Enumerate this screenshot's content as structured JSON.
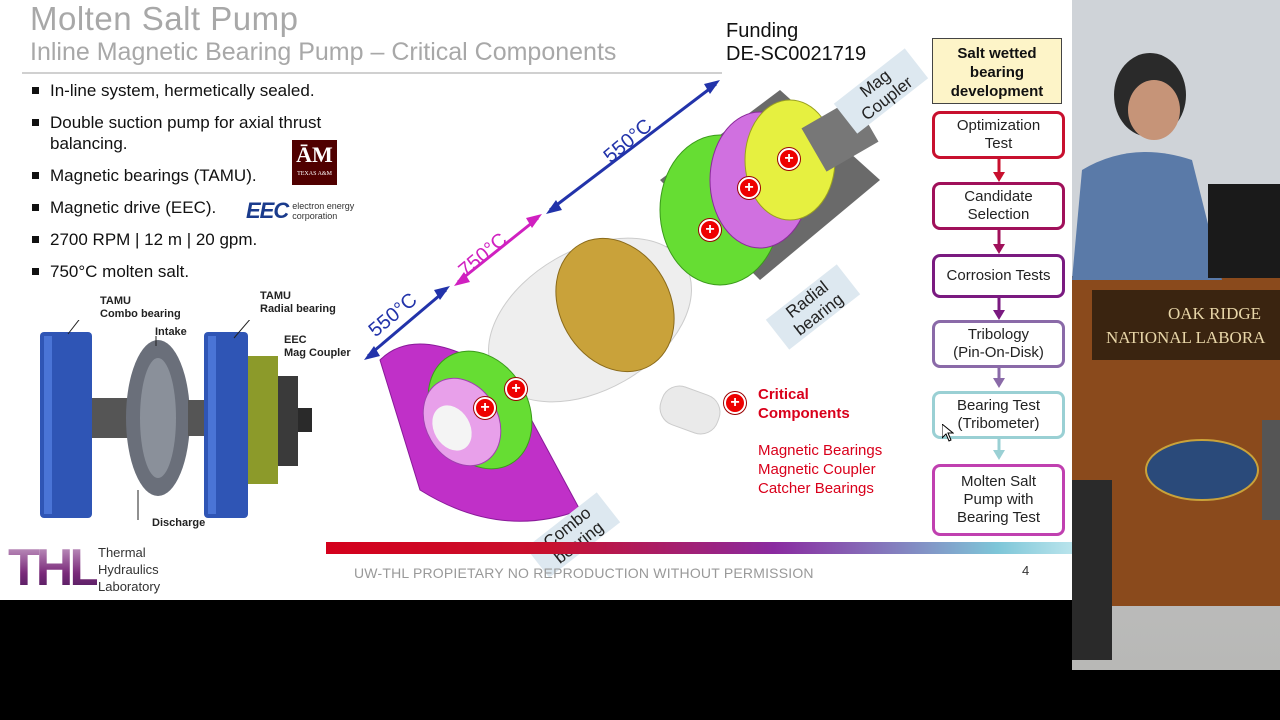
{
  "slide": {
    "title": "Molten Salt Pump",
    "subtitle": "Inline Magnetic Bearing Pump – Critical Components",
    "funding_line1": "Funding",
    "funding_line2": "DE-SC0021719",
    "bullets": [
      "In-line system, hermetically sealed.",
      "Double suction pump for axial thrust balancing.",
      "Magnetic bearings (TAMU).",
      "Magnetic drive (EEC).",
      "2700 RPM | 12 m | 20 gpm.",
      "750°C molten salt."
    ],
    "logos": {
      "tamu_mark": "ĀM",
      "tamu_text": "TEXAS A&M",
      "eec_mark": "EEC",
      "eec_name": "electron energy corporation"
    },
    "photo_labels": {
      "combo_line1": "TAMU",
      "combo_line2": "Combo bearing",
      "radial_line1": "TAMU",
      "radial_line2": "Radial bearing",
      "intake": "Intake",
      "coupler_line1": "EEC",
      "coupler_line2": "Mag Coupler",
      "discharge": "Discharge"
    },
    "temps": {
      "t1": "550°C",
      "t2": "750°C",
      "t3": "550°C"
    },
    "callouts": {
      "mag_coupler_1": "Mag",
      "mag_coupler_2": "Coupler",
      "radial_1": "Radial",
      "radial_2": "bearing",
      "combo_1": "Combo",
      "combo_2": "bearing"
    },
    "critical": {
      "title_1": "Critical",
      "title_2": "Components",
      "items": [
        "Magnetic Bearings",
        "Magnetic Coupler",
        "Catcher Bearings"
      ]
    },
    "sidebar": {
      "head_1": "Salt wetted",
      "head_2": "bearing",
      "head_3": "development",
      "steps": [
        {
          "l1": "Optimization",
          "l2": "Test"
        },
        {
          "l1": "Candidate",
          "l2": "Selection"
        },
        {
          "l1": "Corrosion Tests",
          "l2": ""
        },
        {
          "l1": "Tribology",
          "l2": "(Pin-On-Disk)"
        },
        {
          "l1": "Bearing Test",
          "l2": "(Tribometer)"
        },
        {
          "l1": "Molten Salt",
          "l2": "Pump with",
          "l3": "Bearing Test"
        }
      ]
    },
    "footer": {
      "notice": "UW-THL PROPIETARY NO REPRODUCTION WITHOUT PERMISSION",
      "page": "4",
      "lab_mark": "THL",
      "lab_1": "Thermal",
      "lab_2": "Hydraulics",
      "lab_3": "Laboratory"
    }
  },
  "camera": {
    "sign_1": "OAK RIDGE",
    "sign_2": "NATIONAL LABORA"
  },
  "colors": {
    "critical_red": "#d9001b",
    "step_colors": [
      "#c8102e",
      "#a0105a",
      "#7a1a80",
      "#8a6aa8",
      "#8ac4c8",
      "#c040b0"
    ]
  }
}
